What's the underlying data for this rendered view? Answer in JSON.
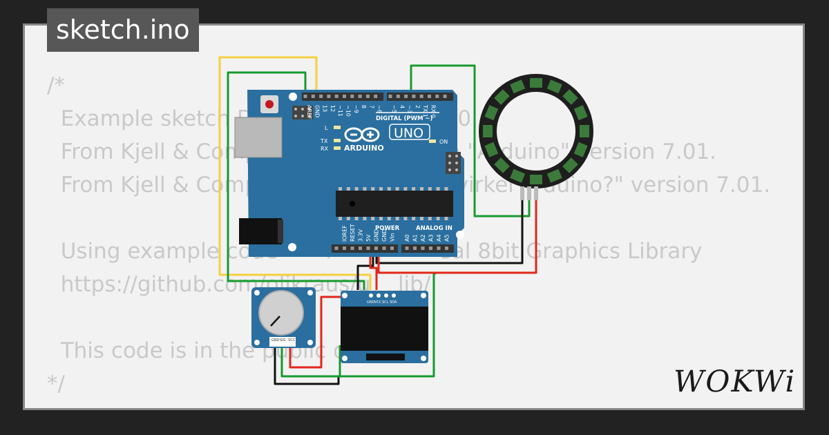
{
  "tab": {
    "label": "sketch.ino"
  },
  "code_lines": [
    "/*",
    "  Example sketch D                           7.0 .",
    "  From Kjell & Comp                          ka \"Arduino\" version 7.01.",
    "  From Kjell & Comp                          n virkel   rduino?\" version 7.01.",
    "",
    "  Using example code       l                sal 8bit Graphics Library",
    "  https://github.com/olikraus/u    lib/",
    "",
    "  This code is in the public do",
    "*/"
  ],
  "board": {
    "brand": "ARDUINO",
    "model": "UNO",
    "digital_label": "DIGITAL (PWM ~)",
    "power_label": "POWER",
    "analog_label": "ANALOG IN",
    "on_label": "ON",
    "l_label": "L",
    "tx_label": "TX",
    "rx_label": "RX",
    "top_pin_labels": [
      "AREF",
      "GND",
      "13",
      "12",
      "~11",
      "~10",
      "~9",
      "8",
      "7",
      "~6",
      "~5",
      "4",
      "~3",
      "2",
      "TX 1",
      "RX 0"
    ],
    "bottom_pin_labels": [
      "IOREF",
      "RESET",
      "3.3V",
      "5V",
      "GND",
      "GND",
      "Vin",
      "A0",
      "A1",
      "A2",
      "A3",
      "A4",
      "A5"
    ]
  },
  "oled": {
    "pin_labels": [
      "GND",
      "VCC",
      "SCL",
      "SDA"
    ]
  },
  "pot": {
    "pin_labels": [
      "GND",
      "SIG",
      "VCC"
    ]
  },
  "logo": {
    "text": "WOKWi"
  },
  "colors": {
    "board": "#2a6f9f",
    "wire_green": "#179a2e",
    "wire_yellow": "#f4d03f",
    "wire_red": "#e3261b",
    "wire_black": "#111111",
    "ring": "#1e1e1e",
    "led": "#3b7a3b"
  }
}
